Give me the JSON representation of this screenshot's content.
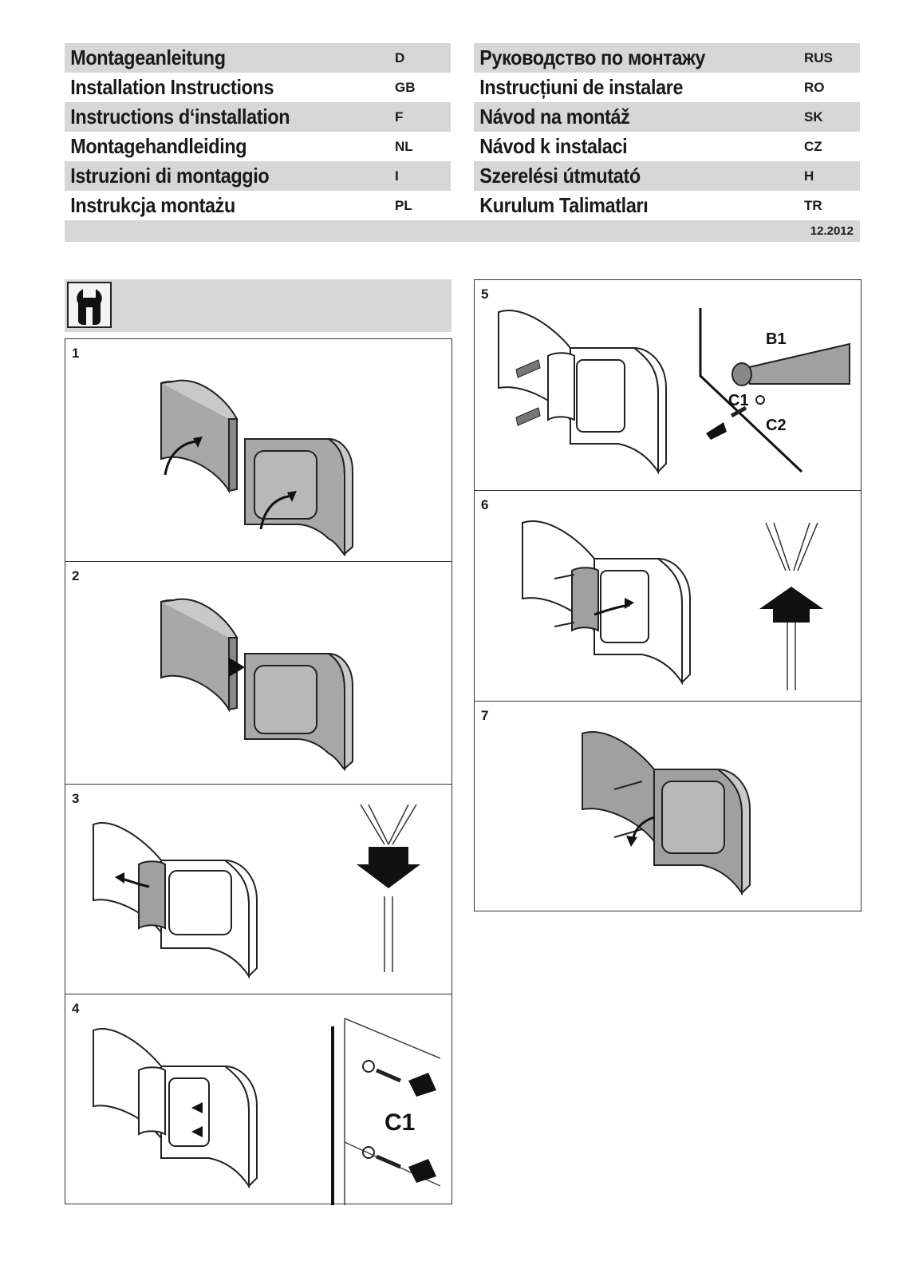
{
  "languages_left": [
    {
      "title": "Montageanleitung",
      "code": "D"
    },
    {
      "title": "Installation Instructions",
      "code": "GB"
    },
    {
      "title": "Instructions d‘installation",
      "code": "F"
    },
    {
      "title": "Montagehandleiding",
      "code": "NL"
    },
    {
      "title": "Istruzioni di montaggio",
      "code": "I"
    },
    {
      "title": "Instrukcja montażu",
      "code": "PL"
    }
  ],
  "languages_right": [
    {
      "title": "Руководство по монтажу",
      "code": "RUS"
    },
    {
      "title": "Instrucțiuni de instalare",
      "code": "RO"
    },
    {
      "title": "Návod na montáž",
      "code": "SK"
    },
    {
      "title": "Návod k instalaci",
      "code": "CZ"
    },
    {
      "title": "Szerelési útmutató",
      "code": "H"
    },
    {
      "title": "Kurulum Talimatları",
      "code": "TR"
    }
  ],
  "date": "12.2012",
  "tool_icon": "wrench-icon",
  "steps": [
    {
      "number": "1"
    },
    {
      "number": "2"
    },
    {
      "number": "3"
    },
    {
      "number": "4",
      "label": "C1"
    },
    {
      "number": "5",
      "labels": [
        "B1",
        "C1",
        "C2"
      ]
    },
    {
      "number": "6"
    },
    {
      "number": "7"
    }
  ]
}
